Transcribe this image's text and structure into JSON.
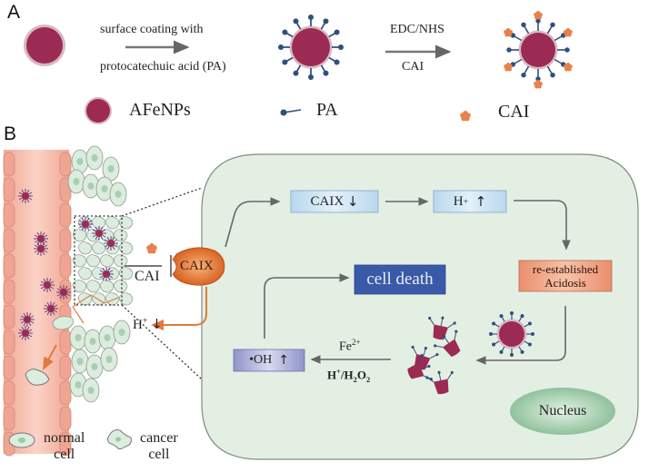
{
  "panel_a": {
    "label": "A",
    "step1_top": "surface coating with",
    "step1_bottom": "protocatechuic acid (PA)",
    "step2_top": "EDC/NHS",
    "step2_bottom": "CAI",
    "legend": [
      {
        "icon": "afenp-particle-icon",
        "label": "AFeNPs"
      },
      {
        "icon": "pa-ligand-icon",
        "label": "PA"
      },
      {
        "icon": "cai-molecule-icon",
        "label": "CAI"
      }
    ]
  },
  "panel_b": {
    "label": "B",
    "cai_label": "CAI",
    "caix_label": "CAIX",
    "h_left_label": "H",
    "h_left_sup": "+",
    "h_left_arrow": "↓",
    "cell": {
      "caix_box": {
        "text": "CAIX",
        "arrow": "↓"
      },
      "h_box": {
        "text": "H",
        "sup": "+",
        "arrow": "↑"
      },
      "acidosis_box": {
        "line1": "re-established",
        "line2": "Acidosis"
      },
      "cell_death": "cell death",
      "oh_box": {
        "text": "•OH",
        "arrow": "↑"
      },
      "fe_label": "Fe",
      "fe_sup": "2+",
      "h2o2_label": {
        "h": "H",
        "h_sup": "+",
        "slash": "/H",
        "sub1": "2",
        "o": "O",
        "sub2": "2"
      },
      "nucleus": "Nucleus"
    },
    "legend": [
      {
        "icon": "normal-cell-icon",
        "line1": "normal",
        "line2": "cell"
      },
      {
        "icon": "cancer-cell-icon",
        "line1": "cancer",
        "line2": "cell"
      }
    ]
  },
  "colors": {
    "particle": "#9b2b52",
    "particle_halo": "#d9b8c4",
    "ligand": "#2f4f7f",
    "cai": "#e8824a",
    "vessel": "#f2b3a0",
    "cell_fill": "#dcecde",
    "caix_box": "#cde4f2",
    "acidosis_box": "#f0a98a",
    "cell_death_box": "#3a5aa8",
    "oh_box": "#a9acd6",
    "nucleus": "#9cc9a6",
    "arrow_gray": "#6b6b6b",
    "arrow_orange": "#e07b3c"
  }
}
